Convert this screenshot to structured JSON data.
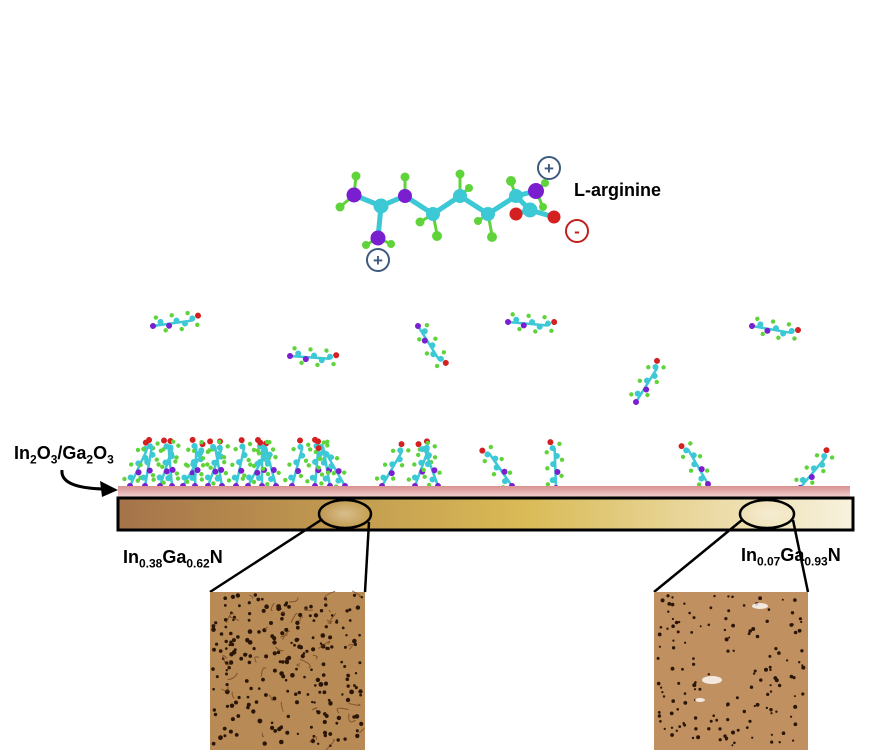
{
  "molecule_label": "L-arginine",
  "charges": {
    "plus": "+",
    "minus": "-"
  },
  "oxide_label": {
    "a": "In",
    "a_sub": "2",
    "b": "O",
    "b_sub": "3",
    "sep": "/",
    "c": "Ga",
    "c_sub": "2",
    "d": "O",
    "d_sub": "3"
  },
  "left_label": {
    "a": "In",
    "a_sub": "0.38",
    "b": "Ga",
    "b_sub": "0.62",
    "c": "N"
  },
  "right_label": {
    "a": "In",
    "a_sub": "0.07",
    "b": "Ga",
    "b_sub": "0.93",
    "c": "N"
  },
  "colors": {
    "carbon": "#3cc8d4",
    "nitrogen": "#7a1fd0",
    "hydrogen": "#5fd43a",
    "oxygen": "#d42020",
    "plus_ring": "#3d5a80",
    "minus_ring": "#c0201c",
    "bar_left": "#a5734a",
    "bar_mid": "#d9ba55",
    "bar_right": "#f7f0d8",
    "oxide_layer": "#e3a8a8",
    "afm_dark": "#7a4a25",
    "afm_light": "#c89a62"
  },
  "icons": {
    "arrow": "curved-arrow-icon",
    "lens": "ellipse-magnifier-icon"
  }
}
